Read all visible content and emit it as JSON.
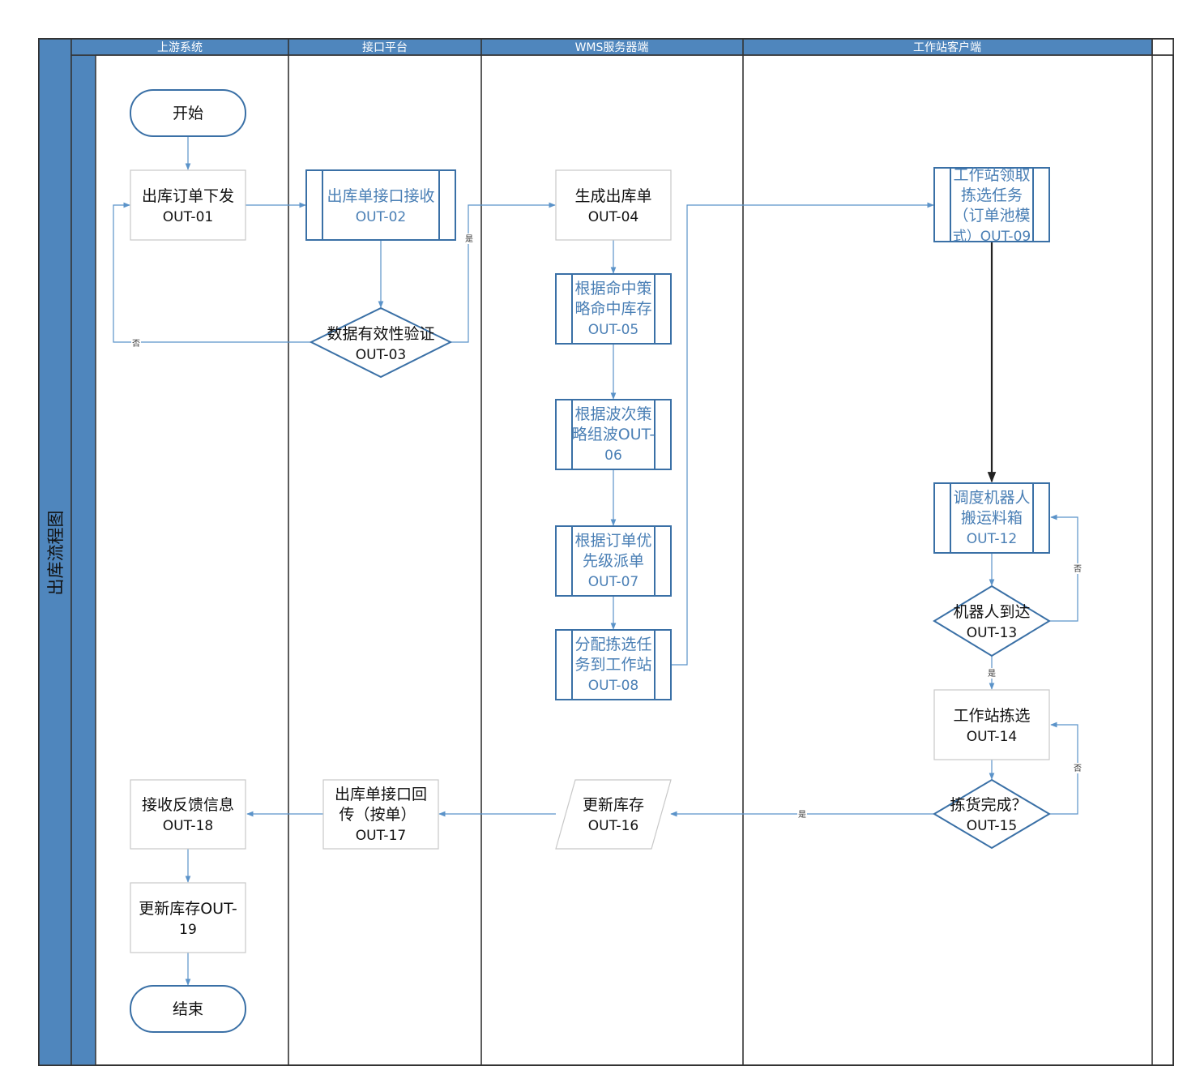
{
  "diagram_title": "出库流程图",
  "lanes": [
    "上游系统",
    "接口平台",
    "WMS服务器端",
    "工作站客户端"
  ],
  "nodes": {
    "start": [
      "开始"
    ],
    "out01": [
      "出库订单下发",
      "OUT-01"
    ],
    "out02": [
      "出库单接口接收",
      "OUT-02"
    ],
    "out03": [
      "数据有效性验证",
      "OUT-03"
    ],
    "out04": [
      "生成出库单",
      "OUT-04"
    ],
    "out05": [
      "根据命中策",
      "略命中库存",
      "OUT-05"
    ],
    "out06": [
      "根据波次策",
      "略组波OUT-",
      "06"
    ],
    "out07": [
      "根据订单优",
      "先级派单",
      "OUT-07"
    ],
    "out08": [
      "分配拣选任",
      "务到工作站",
      "OUT-08"
    ],
    "out09": [
      "工作站领取",
      "拣选任务",
      "（订单池模",
      "式）OUT-09"
    ],
    "out12": [
      "调度机器人",
      "搬运料箱",
      "OUT-12"
    ],
    "out13": [
      "机器人到达",
      "OUT-13"
    ],
    "out14": [
      "工作站拣选",
      "OUT-14"
    ],
    "out15": [
      "拣货完成？",
      "OUT-15"
    ],
    "out16": [
      "更新库存",
      "OUT-16"
    ],
    "out17": [
      "出库单接口回",
      "传（按单）",
      "OUT-17"
    ],
    "out18": [
      "接收反馈信息",
      "OUT-18"
    ],
    "out19": [
      "更新库存OUT-",
      "19"
    ],
    "end": [
      "结束"
    ]
  },
  "edge_labels": {
    "yes": "是",
    "no": "否"
  },
  "colors": {
    "lane_header": "#4f86bd",
    "node_border_blue": "#3a70a6",
    "arrow": "#5b93c9",
    "blue_text": "#4a7fb5"
  }
}
